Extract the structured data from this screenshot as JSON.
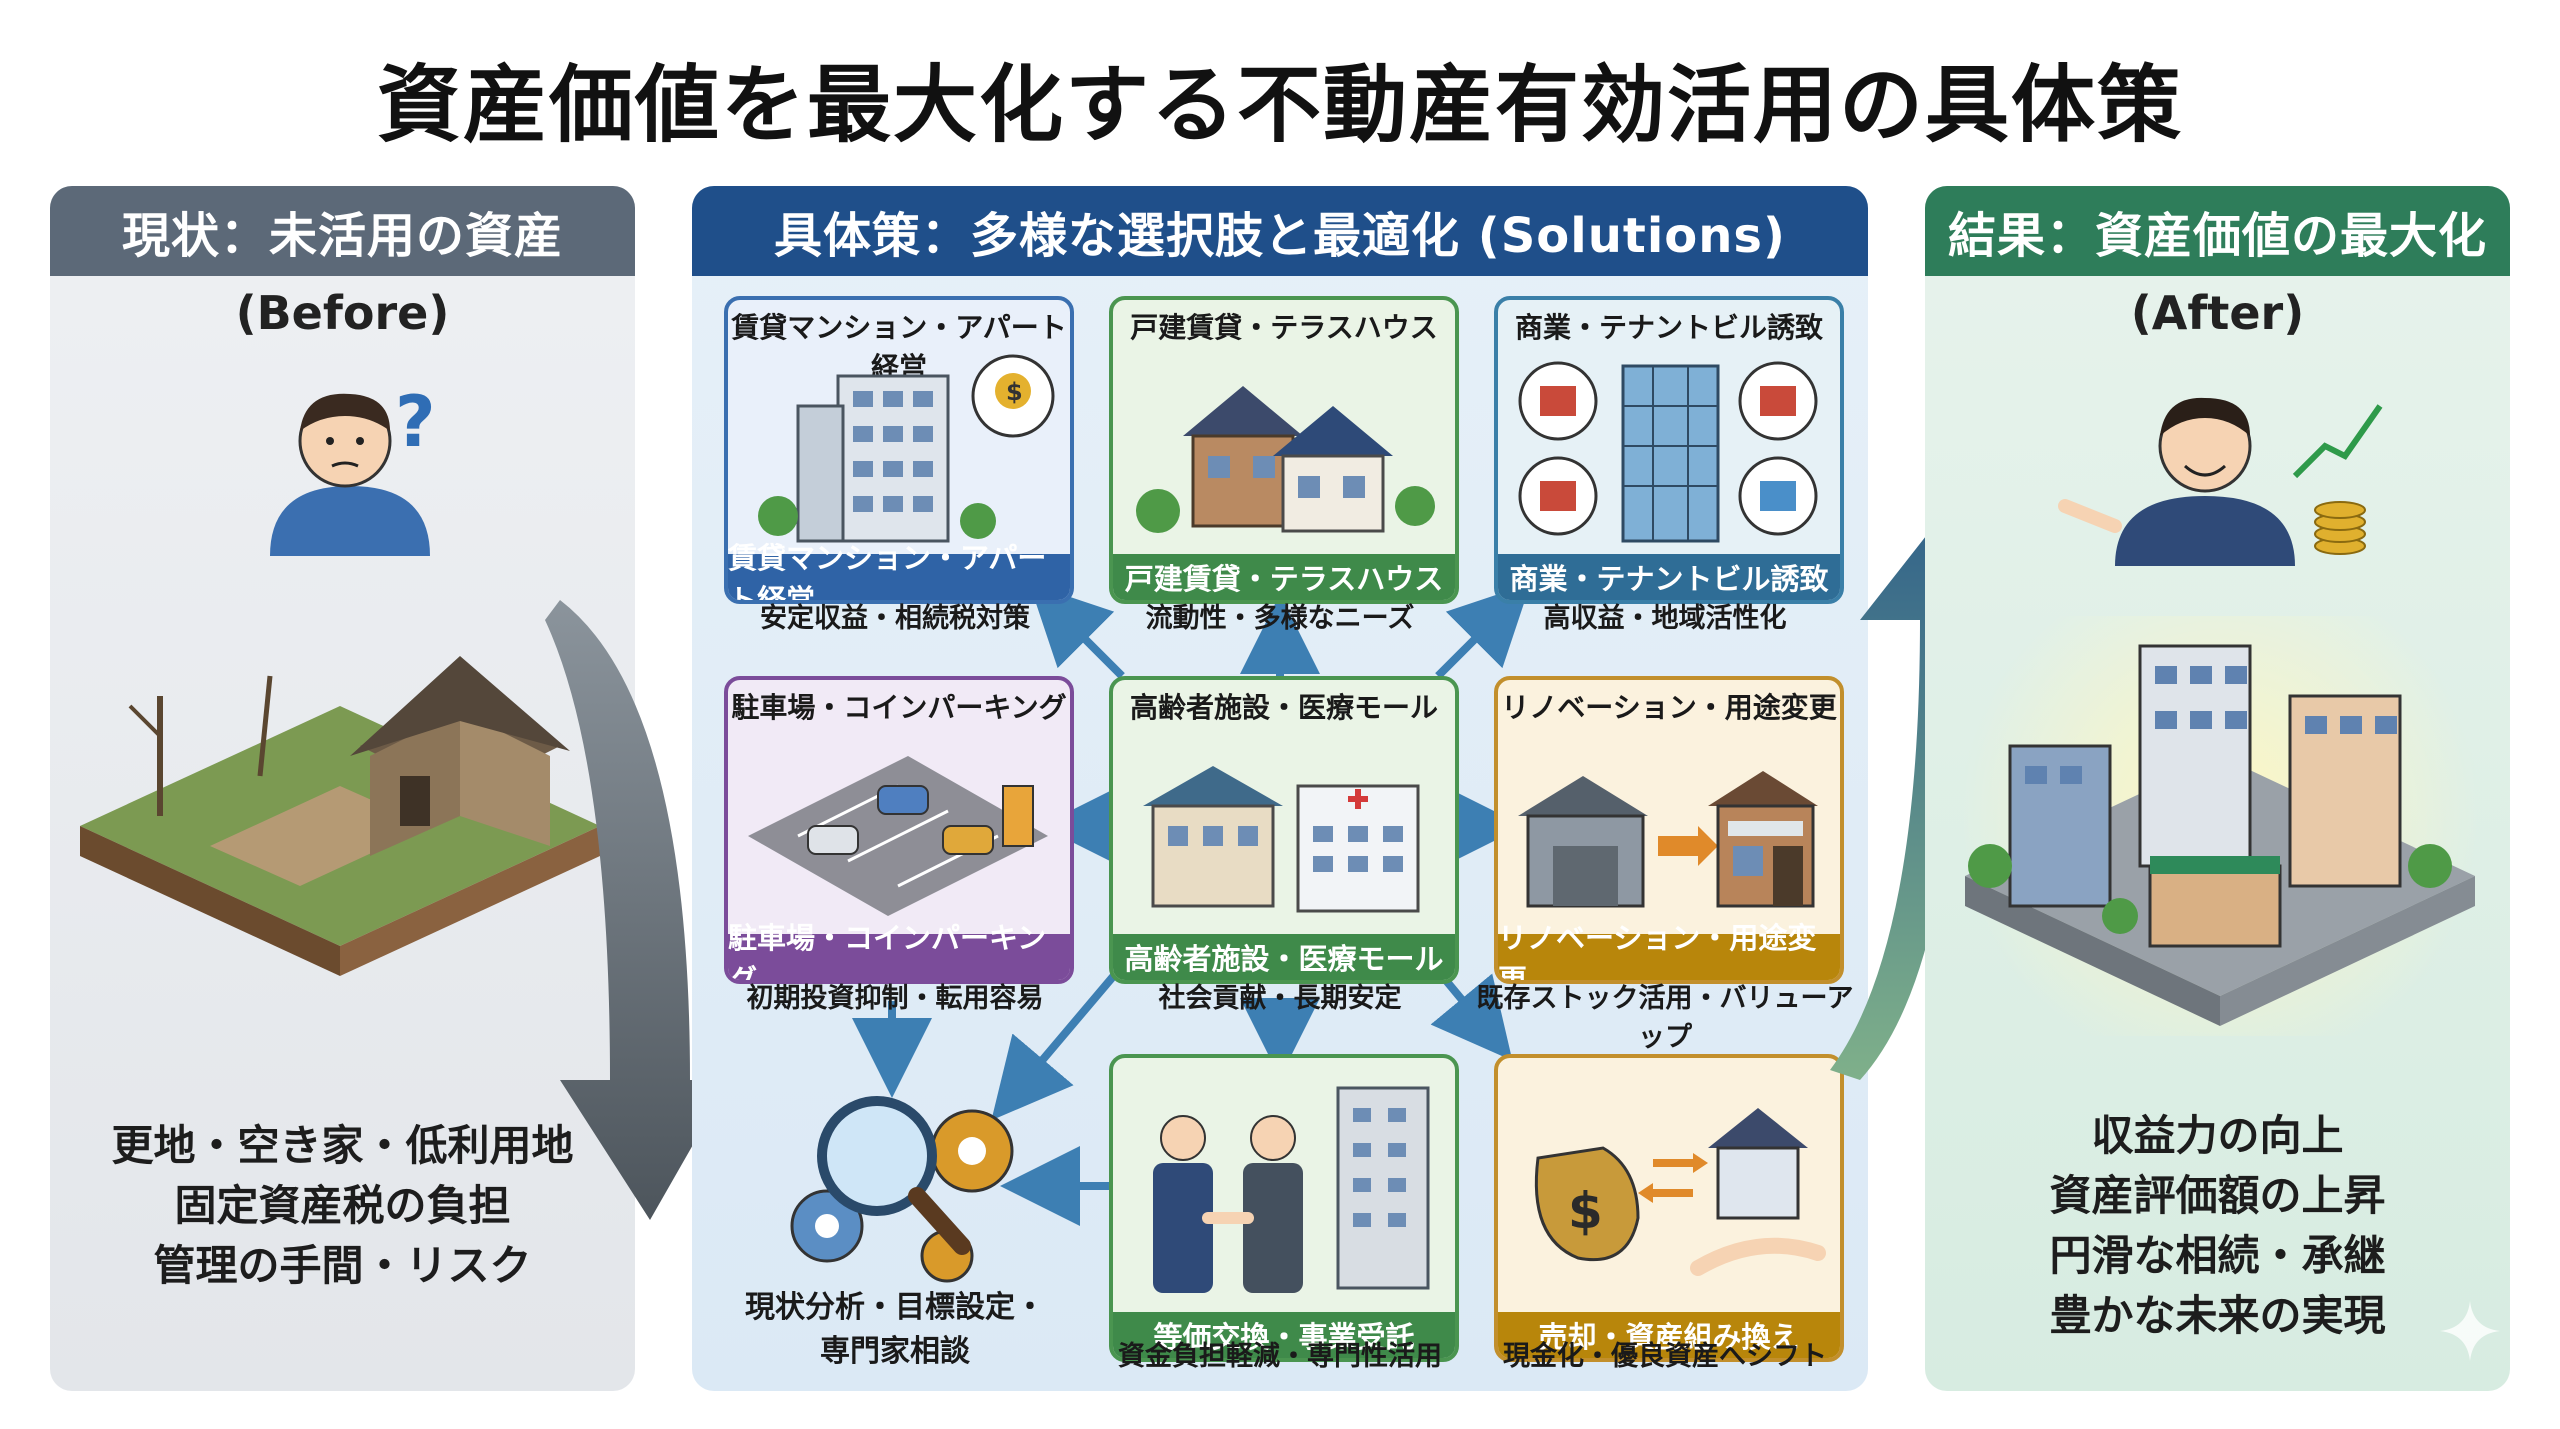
{
  "title": "資産価値を最大化する不動産有効活用の具体策",
  "left": {
    "header": "現状：未活用の資産",
    "sub": "(Before)",
    "lines": [
      "更地・空き家・低利用地",
      "固定資産税の負担",
      "管理の手間・リスク"
    ]
  },
  "center": {
    "header": "具体策：多様な選択肢と最適化 (Solutions)",
    "cards": [
      {
        "top": "賃貸マンション・アパート経営",
        "bottom": "賃貸マンション・アパート経営",
        "caption": "安定収益・相続税対策"
      },
      {
        "top": "戸建賃貸・テラスハウス",
        "bottom": "戸建賃貸・テラスハウス",
        "caption": "流動性・多様なニーズ"
      },
      {
        "top": "商業・テナントビル誘致",
        "bottom": "商業・テナントビル誘致",
        "caption": "高収益・地域活性化"
      },
      {
        "top": "駐車場・コインパーキング",
        "bottom": "駐車場・コインパーキング",
        "caption": "初期投資抑制・転用容易"
      },
      {
        "top": "高齢者施設・医療モール",
        "bottom": "高齢者施設・医療モール",
        "caption": "社会貢献・長期安定"
      },
      {
        "top": "リノベーション・用途変更",
        "bottom": "リノベーション・用途変更",
        "caption": "既存ストック活用・バリューアップ"
      },
      {
        "top": "",
        "bottom": "等価交換・事業受託",
        "caption": "資金負担軽減・専門性活用"
      },
      {
        "top": "",
        "bottom": "売却・資産組み換え",
        "caption": "現金化・優良資産へシフト"
      }
    ],
    "analysis_caption_1": "現状分析・目標設定・",
    "analysis_caption_2": "専門家相談"
  },
  "right": {
    "header": "結果：資産価値の最大化",
    "sub": "(After)",
    "lines": [
      "収益力の向上",
      "資産評価額の上昇",
      "円滑な相続・承継",
      "豊かな未来の実現"
    ]
  },
  "colors": {
    "left_header": "#5c6978",
    "center_header": "#1f4f8a",
    "right_header": "#2e7d5a",
    "blue_card": "#2f63a6",
    "green_card": "#3f8a4a",
    "purple_card": "#7b4c9a",
    "gold_card": "#b8860b"
  }
}
